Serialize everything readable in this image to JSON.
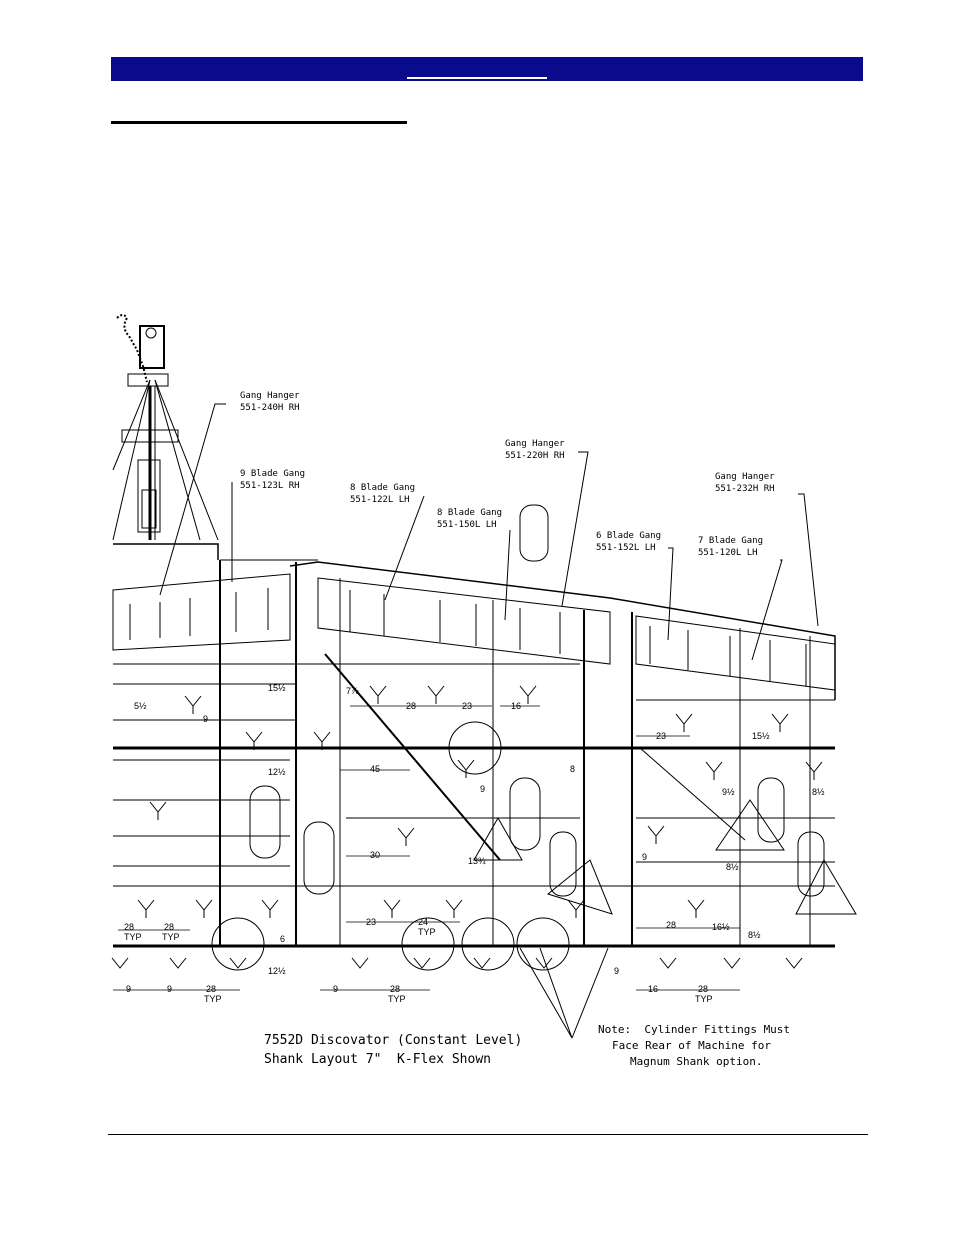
{
  "callouts": [
    {
      "line1": "Gang Hanger",
      "line2": "551-240H RH"
    },
    {
      "line1": "9 Blade Gang",
      "line2": "551-123L RH"
    },
    {
      "line1": "8 Blade Gang",
      "line2": "551-122L LH"
    },
    {
      "line1": "8 Blade Gang",
      "line2": "551-150L LH"
    },
    {
      "line1": "Gang Hanger",
      "line2": "551-220H RH"
    },
    {
      "line1": "6 Blade Gang",
      "line2": "551-152L LH"
    },
    {
      "line1": "7 Blade Gang",
      "line2": "551-120L LH"
    },
    {
      "line1": "Gang Hanger",
      "line2": "551-232H RH"
    }
  ],
  "dimensions": {
    "d_5h": "5½",
    "d_9a": "9",
    "d_15h_a": "15½",
    "d_7e": "7⅞",
    "d_28a": "28",
    "d_23a": "23",
    "d_16a": "16",
    "d_23b": "23",
    "d_15h_b": "15½",
    "d_12h_a": "12½",
    "d_45": "45",
    "d_8a": "8",
    "d_9b": "9",
    "d_9h": "9½",
    "d_8h_a": "8½",
    "d_30": "30",
    "d_13q": "13¾",
    "d_9c": "9",
    "d_8h_b": "8½",
    "d_28b": "28",
    "d_typ_a": "TYP",
    "d_28c": "28",
    "d_typ_b": "TYP",
    "d_6": "6",
    "d_23c": "23",
    "d_24": "24",
    "d_typ_c": "TYP",
    "d_28d": "28",
    "d_16h": "16½",
    "d_8h_c": "8½",
    "d_12h_b": "12½",
    "d_9d": "9",
    "d_9e": "9",
    "d_9f": "9",
    "d_28e": "28",
    "d_typ_d": "TYP",
    "d_9g": "9",
    "d_28f": "28",
    "d_typ_e": "TYP",
    "d_16b": "16",
    "d_28g": "28",
    "d_typ_f": "TYP"
  },
  "caption": {
    "line1": "7552D Discovator (Constant Level)",
    "line2": "Shank Layout 7\"  K-Flex Shown"
  },
  "note": {
    "line1": "Note:  Cylinder Fittings Must",
    "line2": "Face Rear of Machine for",
    "line3": "Magnum Shank option."
  },
  "colors": {
    "header_bar": "#0a0a8c"
  }
}
